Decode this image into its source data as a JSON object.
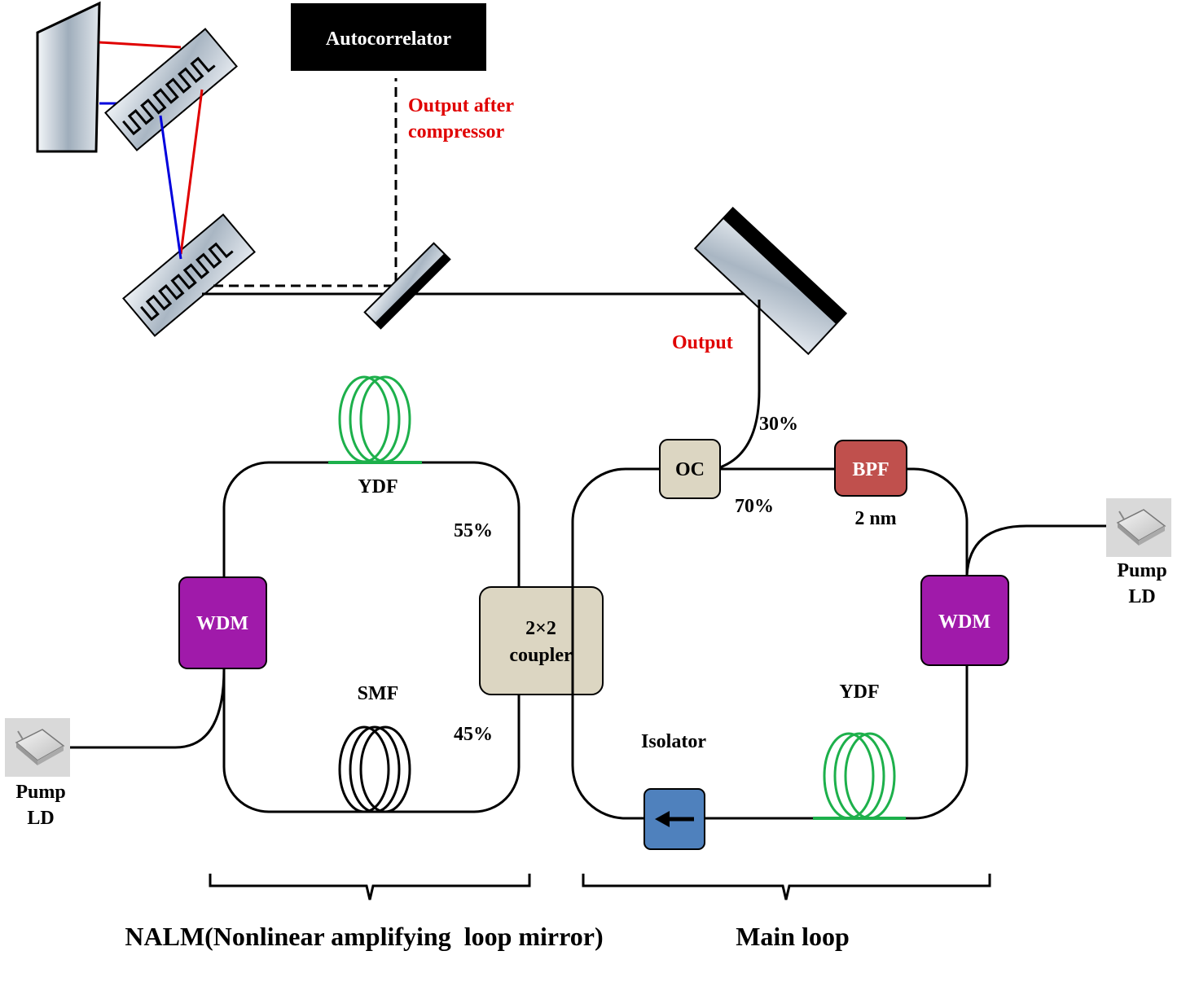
{
  "labels": {
    "autocorrelator": "Autocorrelator",
    "output_after_1": "Output after",
    "output_after_2": "compressor",
    "output": "Output",
    "pct_30": "30%",
    "pct_70": "70%",
    "pct_55": "55%",
    "pct_45": "45%",
    "oc": "OC",
    "bpf": "BPF",
    "bpf_bw": "2 nm",
    "ydf_nalm": "YDF",
    "ydf_main": "YDF",
    "smf": "SMF",
    "wdm_left": "WDM",
    "wdm_right": "WDM",
    "coupler_1": "2×2",
    "coupler_2": "coupler",
    "isolator": "Isolator",
    "pump_left_1": "Pump",
    "pump_left_2": "LD",
    "pump_right_1": "Pump",
    "pump_right_2": "LD",
    "nalm": "NALM(Nonlinear amplifying  loop mirror)",
    "main_loop": "Main loop"
  },
  "colors": {
    "wdm": "#a01aaa",
    "coupler": "#dcd6c2",
    "oc": "#dcd6c2",
    "bpf": "#c0504d",
    "isolator": "#4f81bd",
    "fiber_ydf": "#1db04b",
    "beam_red": "#e00000",
    "beam_blue": "#0000dd"
  }
}
